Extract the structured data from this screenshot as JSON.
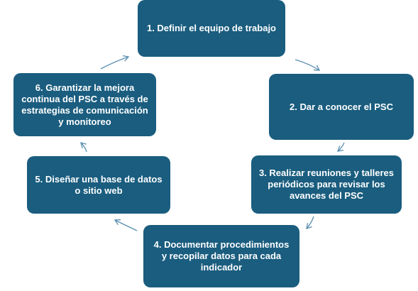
{
  "colors": {
    "box_fill": "#1a5d7f",
    "arrow": "#5a8fb0"
  },
  "steps": [
    {
      "label": "1. Definir el equipo de trabajo"
    },
    {
      "label": "2. Dar a conocer el PSC"
    },
    {
      "label": "3. Realizar reuniones y talleres periódicos para revisar los avances del PSC"
    },
    {
      "label": "4. Documentar procedimientos y recopilar datos para cada indicador"
    },
    {
      "label": "5. Diseñar una base de datos o sitio web"
    },
    {
      "label": "6. Garantizar la mejora continua del PSC a través de estrategias de comunicación y monitoreo"
    }
  ],
  "connectors": [
    {
      "from": 1,
      "to": 2
    },
    {
      "from": 2,
      "to": 3
    },
    {
      "from": 3,
      "to": 4
    },
    {
      "from": 4,
      "to": 5
    },
    {
      "from": 5,
      "to": 6
    },
    {
      "from": 6,
      "to": 1
    }
  ]
}
